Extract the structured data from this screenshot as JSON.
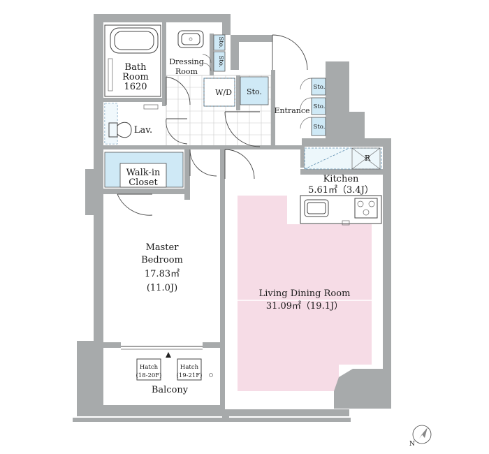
{
  "rooms": {
    "bath": {
      "name_line1": "Bath",
      "name_line2": "Room",
      "size": "1620"
    },
    "dressing": {
      "name_line1": "Dressing",
      "name_line2": "Room"
    },
    "wd": {
      "label": "W/D"
    },
    "lav": {
      "label": "Lav."
    },
    "entrance": {
      "label": "Entrance"
    },
    "walkin": {
      "name_line1": "Walk-in",
      "name_line2": "Closet"
    },
    "kitchen": {
      "name": "Kitchen",
      "area": "5.61㎡（3.4J）",
      "fridge_mark": "R"
    },
    "master": {
      "name_line1": "Master",
      "name_line2": "Bedroom",
      "area_m2": "17.83㎡",
      "area_j": "(11.0J)"
    },
    "living": {
      "name": "Living Dining Room",
      "area": "31.09㎡（19.1J）"
    },
    "balcony": {
      "label": "Balcony"
    }
  },
  "storage": {
    "sto_label": "Sto."
  },
  "hatches": [
    {
      "label": "Hatch",
      "floors": "(18-20F)"
    },
    {
      "label": "Hatch",
      "floors": "(19-21F)"
    }
  ],
  "compass": {
    "mark": "N"
  }
}
